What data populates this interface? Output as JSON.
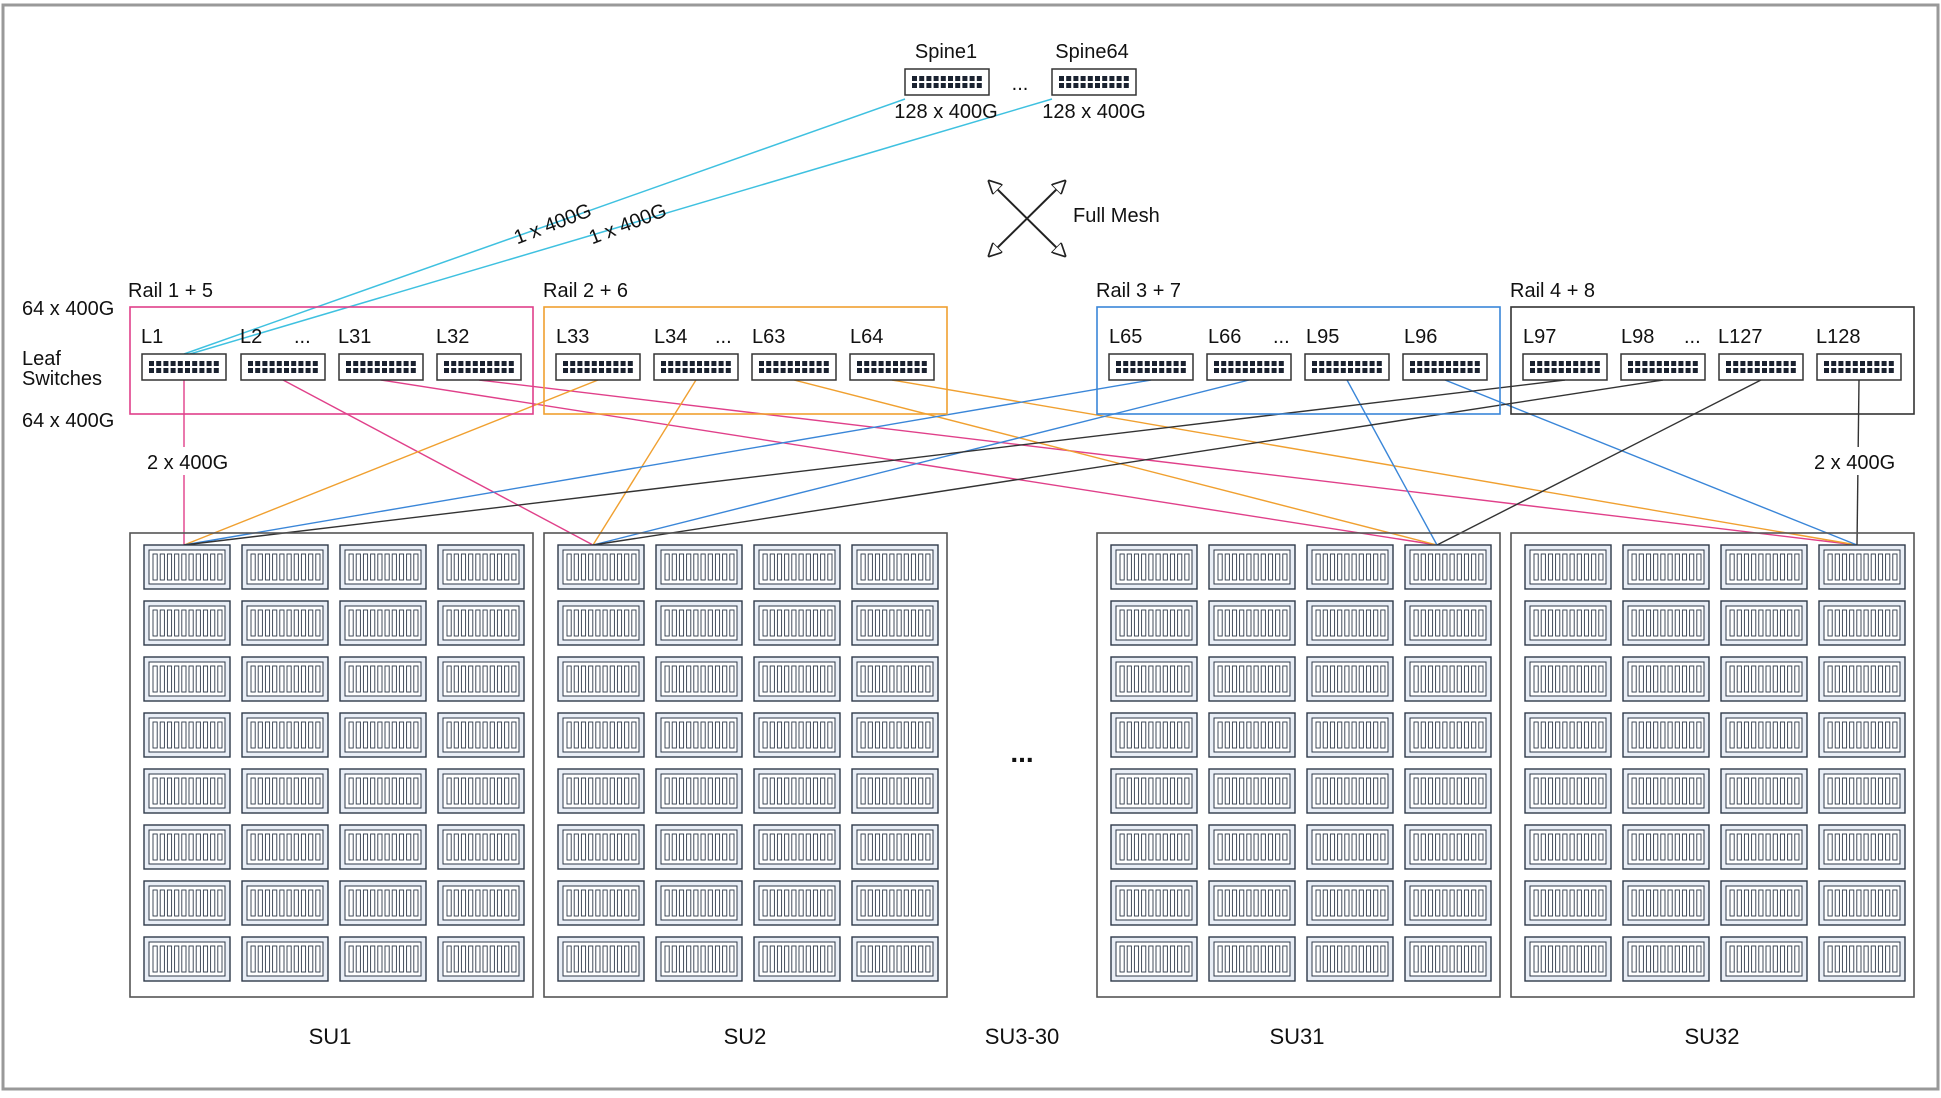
{
  "spines": [
    {
      "name": "Spine1",
      "ports": "128 x 400G"
    },
    {
      "name": "Spine64",
      "ports": "128 x 400G"
    }
  ],
  "spine_ellipsis": "...",
  "spine_link_labels": [
    "1 x 400G",
    "1 x 400G"
  ],
  "full_mesh_label": "Full Mesh",
  "side_labels": {
    "upper_ports": "64 x 400G",
    "leaf_switches_line1": "Leaf",
    "leaf_switches_line2": "Switches",
    "lower_ports": "64 x 400G"
  },
  "leaf_link_labels": {
    "left": "2 x 400G",
    "right": "2 x 400G"
  },
  "rails": [
    {
      "label": "Rail 1 + 5",
      "color": "#e0408a",
      "leaves": [
        "L1",
        "L2",
        "L31",
        "L32"
      ]
    },
    {
      "label": "Rail 2 + 6",
      "color": "#f0a030",
      "leaves": [
        "L33",
        "L34",
        "L63",
        "L64"
      ]
    },
    {
      "label": "Rail 3 + 7",
      "color": "#3a86d8",
      "leaves": [
        "L65",
        "L66",
        "L95",
        "L96"
      ]
    },
    {
      "label": "Rail 4 + 8",
      "color": "#333333",
      "leaves": [
        "L97",
        "L98",
        "L127",
        "L128"
      ]
    }
  ],
  "leaf_ellipsis": "...",
  "scalable_units": [
    {
      "label": "SU1"
    },
    {
      "label": "SU2"
    },
    {
      "label": "SU31"
    },
    {
      "label": "SU32"
    }
  ],
  "middle_su_label": "SU3-30",
  "middle_su_ellipsis": "...",
  "colors": {
    "spine_links": "#3fc1e0",
    "rail1": "#e0408a",
    "rail2": "#f0a030",
    "rail3": "#3a86d8",
    "rail4": "#333333",
    "su_border": "#555555",
    "server_fill": "#e9eef6",
    "server_stroke": "#2f3a4a"
  }
}
